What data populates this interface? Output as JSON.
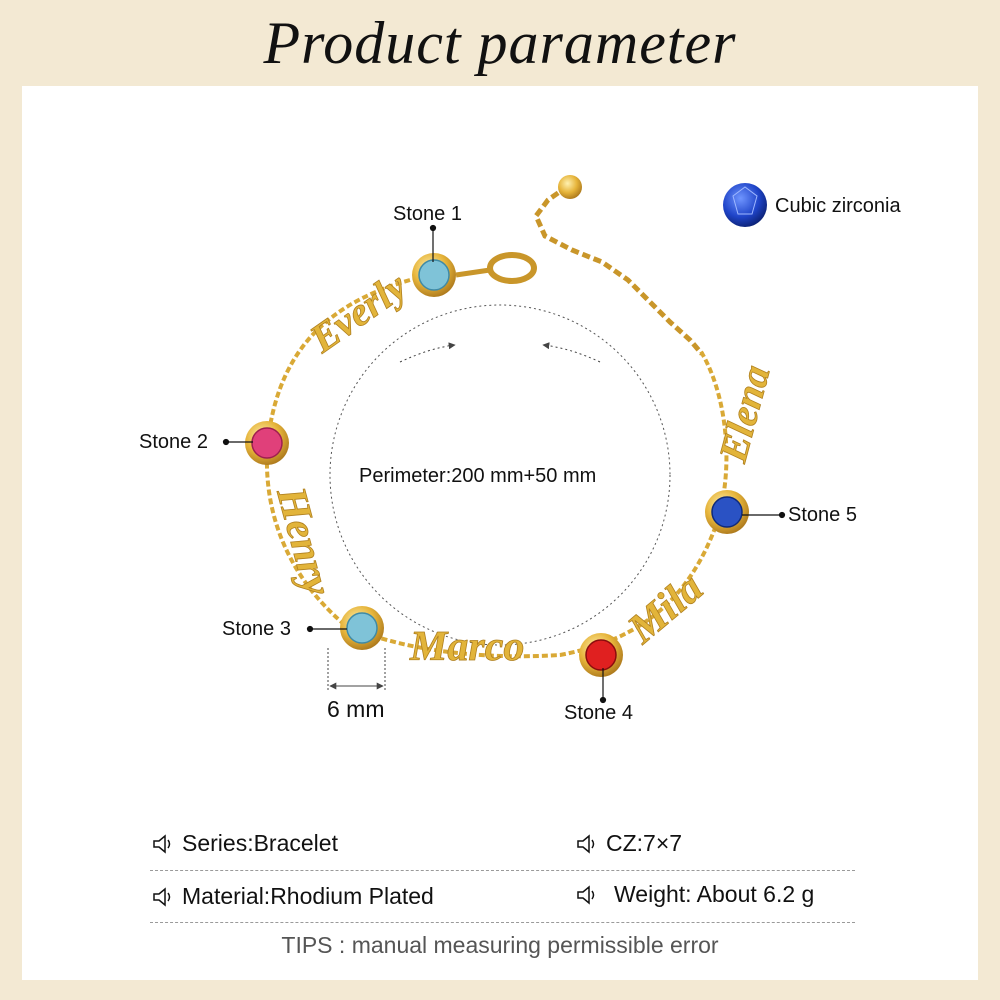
{
  "header": {
    "title": "Product parameter"
  },
  "legend": {
    "label": "Cubic zirconia"
  },
  "stones": [
    {
      "label": "Stone 1",
      "color": "#7fc3d8"
    },
    {
      "label": "Stone 2",
      "color": "#e0407a"
    },
    {
      "label": "Stone 3",
      "color": "#7fc3d8"
    },
    {
      "label": "Stone 4",
      "color": "#e02020"
    },
    {
      "label": "Stone 5",
      "color": "#2a52c4"
    }
  ],
  "names": [
    "Everly",
    "Henry",
    "Marco",
    "Mila",
    "Elena"
  ],
  "perimeter": "Perimeter:200 mm+50 mm",
  "dimension": "6 mm",
  "specs": {
    "series": "Series:Bracelet",
    "cz": "CZ:7×7",
    "material": "Material:Rhodium Plated",
    "weight": "Weight: About 6.2 g"
  },
  "tips": "TIPS : manual measuring permissible error",
  "colors": {
    "gold": "#e2b43a",
    "background": "#f3e9d3"
  }
}
